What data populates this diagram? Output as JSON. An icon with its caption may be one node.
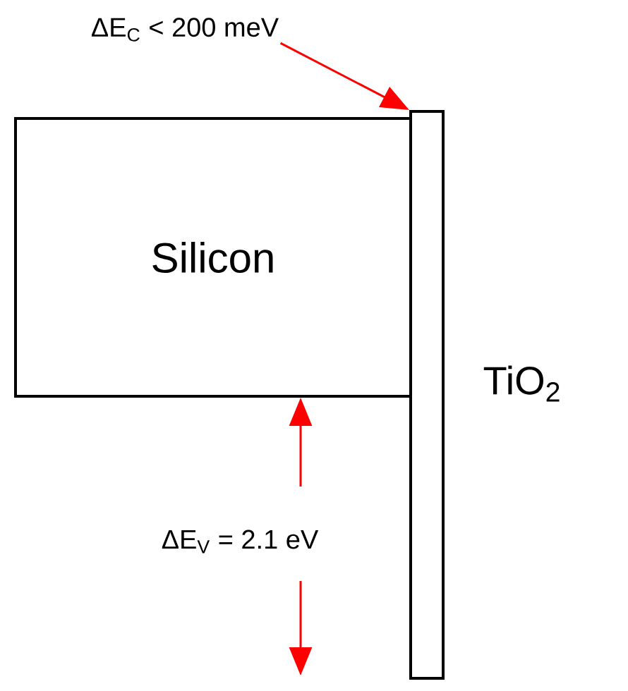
{
  "diagram": {
    "nodes": [
      {
        "text": [
          "Silicon"
        ]
      },
      {
        "text": [],
        "shape": "bar",
        "beside": [
          "TiO$_{2}$"
        ]
      },
      {
        "text": [
          "ΔE$_{C}$ < 200 meV"
        ]
      }
    ],
    "edges": [
      {
        "from": 2,
        "to": 1,
        "arrow": "to",
        "color": "#ff0000"
      }
    ],
    "labels": [
      "ΔE$_{V}$ = 2.1 eV"
    ]
  }
}
